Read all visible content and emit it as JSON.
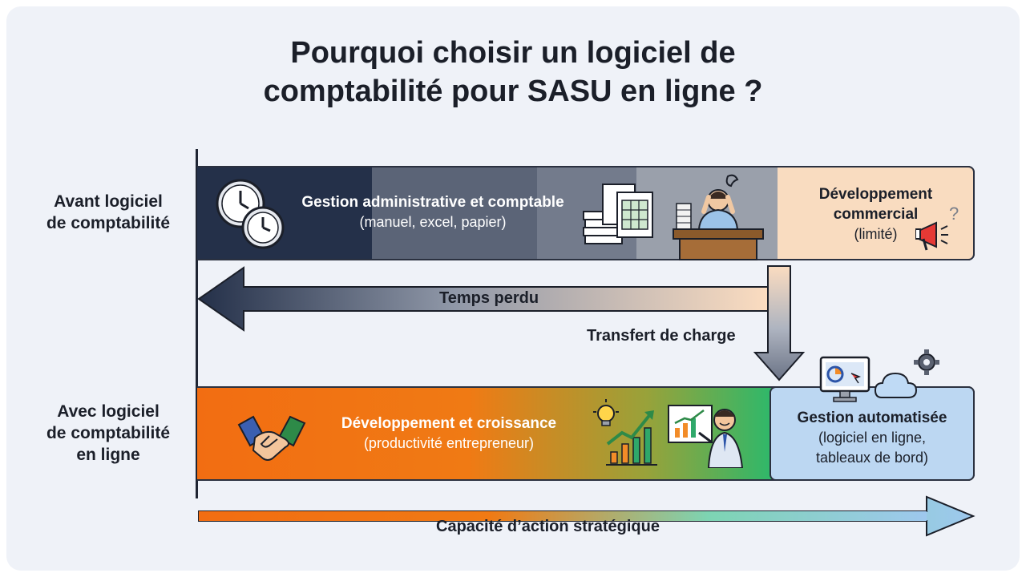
{
  "title": {
    "line1": "Pourquoi choisir un logiciel de",
    "line2": "comptabilité pour SASU en ligne ?"
  },
  "rows": {
    "before": {
      "label_lines": [
        "Avant logiciel",
        "de comptabilité"
      ],
      "admin_title": "Gestion administrative et comptable",
      "admin_sub": "(manuel, excel, papier)",
      "dev_lines": [
        "Développement",
        "commercial"
      ],
      "dev_sub": "(limité)"
    },
    "after": {
      "label_lines": [
        "Avec logiciel",
        "de comptabilité",
        "en ligne"
      ],
      "growth_title": "Développement et croissance",
      "growth_sub": "(productivité entrepreneur)",
      "auto_title": "Gestion automatisée",
      "auto_sub_lines": [
        "(logiciel en ligne,",
        "tableaux de bord)"
      ]
    }
  },
  "arrows": {
    "lost_time": "Temps perdu",
    "transfer": "Transfert de charge",
    "capacity": "Capacité d’action stratégique"
  },
  "icons": {
    "before": [
      "clock-icon",
      "paper-stack-icon",
      "spreadsheet-icon",
      "stressed-worker-icon",
      "megaphone-icon",
      "question-icon"
    ],
    "after": [
      "handshake-icon",
      "lightbulb-icon",
      "growth-chart-icon",
      "presenter-icon",
      "monitor-icon",
      "cloud-icon",
      "gear-icon"
    ]
  },
  "colors": {
    "navy": "#243049",
    "slate": "#6e7687",
    "peach": "#f9dcc0",
    "orange": "#f26d12",
    "green": "#2fb86a",
    "light_blue": "#bcd7f2"
  }
}
